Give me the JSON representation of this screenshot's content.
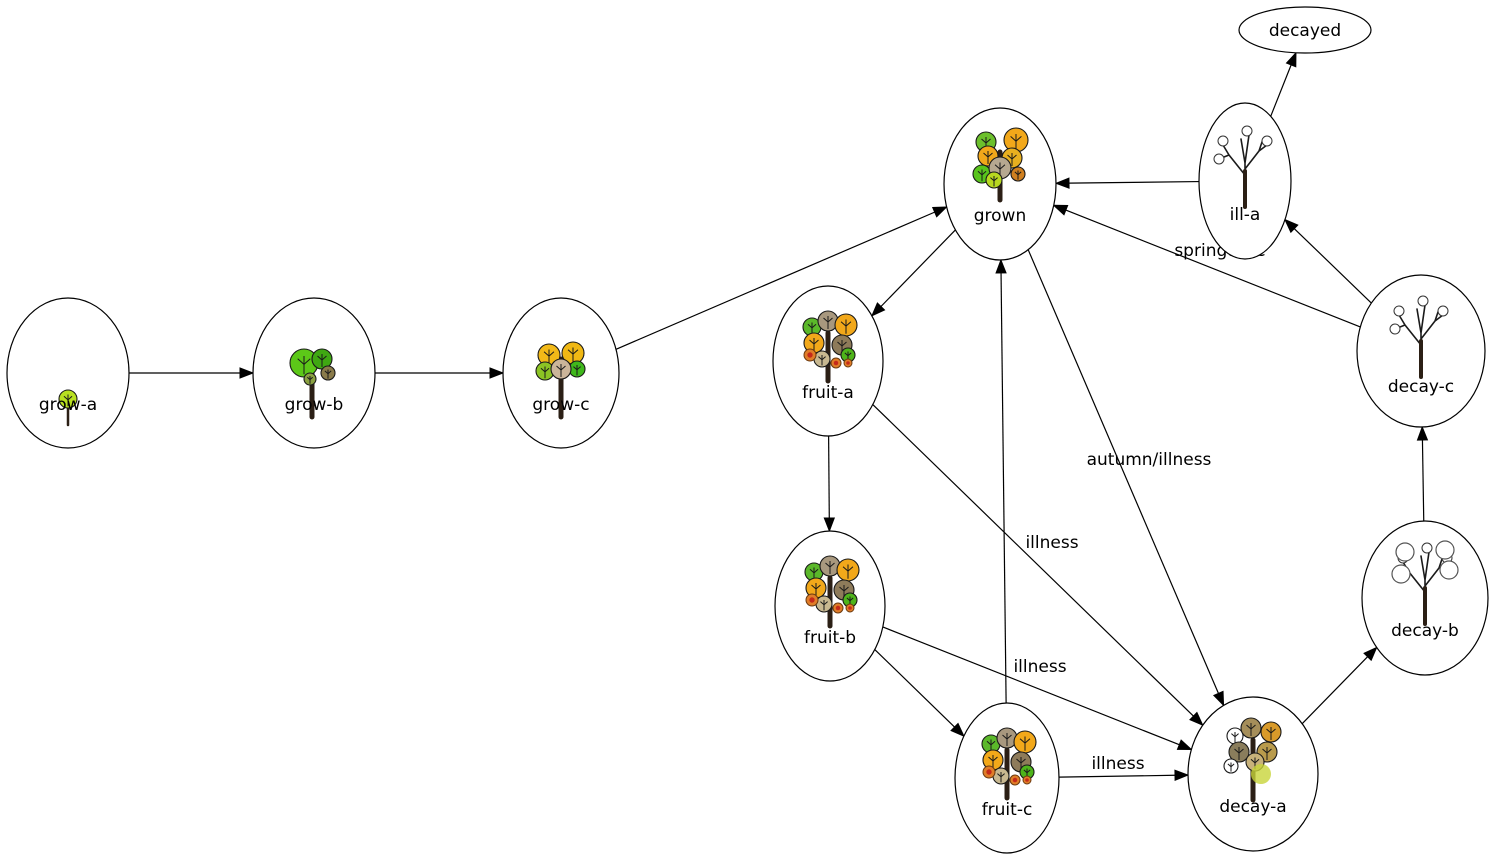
{
  "diagram": {
    "nodes": [
      {
        "id": "grow-a",
        "label": "grow-a",
        "tree": "sapling"
      },
      {
        "id": "grow-b",
        "label": "grow-b",
        "tree": "green"
      },
      {
        "id": "grow-c",
        "label": "grow-c",
        "tree": "yellow-green"
      },
      {
        "id": "grown",
        "label": "grown",
        "tree": "full-autumn"
      },
      {
        "id": "fruit-a",
        "label": "fruit-a",
        "tree": "fruit"
      },
      {
        "id": "fruit-b",
        "label": "fruit-b",
        "tree": "fruit"
      },
      {
        "id": "fruit-c",
        "label": "fruit-c",
        "tree": "fruit"
      },
      {
        "id": "decay-a",
        "label": "decay-a",
        "tree": "decay-mixed"
      },
      {
        "id": "decay-b",
        "label": "decay-b",
        "tree": "bare-leaves"
      },
      {
        "id": "decay-c",
        "label": "decay-c",
        "tree": "bare"
      },
      {
        "id": "ill-a",
        "label": "ill-a",
        "tree": "bare"
      },
      {
        "id": "decayed",
        "label": "decayed",
        "tree": ""
      }
    ],
    "edges": [
      {
        "from": "grow-a",
        "to": "grow-b",
        "label": ""
      },
      {
        "from": "grow-b",
        "to": "grow-c",
        "label": ""
      },
      {
        "from": "grow-c",
        "to": "grown",
        "label": ""
      },
      {
        "from": "grown",
        "to": "fruit-a",
        "label": ""
      },
      {
        "from": "grown",
        "to": "decay-a",
        "label": "autumn/illness"
      },
      {
        "from": "fruit-a",
        "to": "fruit-b",
        "label": ""
      },
      {
        "from": "fruit-a",
        "to": "decay-a",
        "label": "illness"
      },
      {
        "from": "fruit-b",
        "to": "fruit-c",
        "label": ""
      },
      {
        "from": "fruit-b",
        "to": "decay-a",
        "label": "illness"
      },
      {
        "from": "fruit-c",
        "to": "grown",
        "label": ""
      },
      {
        "from": "fruit-c",
        "to": "decay-a",
        "label": "illness"
      },
      {
        "from": "decay-a",
        "to": "decay-b",
        "label": ""
      },
      {
        "from": "decay-b",
        "to": "decay-c",
        "label": ""
      },
      {
        "from": "decay-c",
        "to": "ill-a",
        "label": ""
      },
      {
        "from": "decay-c",
        "to": "grown",
        "label": "springtime"
      },
      {
        "from": "ill-a",
        "to": "grown",
        "label": ""
      },
      {
        "from": "ill-a",
        "to": "decayed",
        "label": ""
      }
    ]
  }
}
